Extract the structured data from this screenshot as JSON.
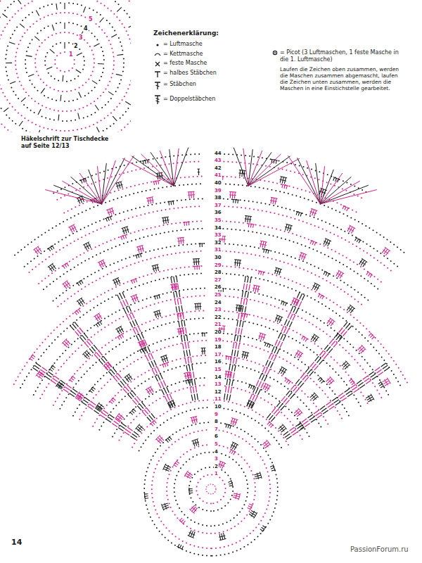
{
  "diagram": {
    "title": "Häkelschrift zur Tischdecke auf Seite 12/13",
    "labels": [
      "Zeichenerklärung:",
      "Laufen die Zeichen oben zusammen, werden die Maschen zusammen abgemascht, laufen die Zeichen unten zusammen, werden die Maschen in eine Einstichstelle gearbeitet.",
      "14",
      "PassionForum.ru",
      "1",
      "2",
      "3",
      "4",
      "5",
      "1",
      "2",
      "3",
      "4",
      "5",
      "6",
      "7",
      "8",
      "9",
      "10",
      "11",
      "12",
      "13",
      "14",
      "15",
      "16",
      "17",
      "18",
      "19",
      "20",
      "21",
      "22",
      "23",
      "24",
      "25",
      "26",
      "27",
      "28",
      "29",
      "30",
      "31",
      "32",
      "33",
      "34",
      "35",
      "36",
      "37",
      "38",
      "39",
      "40",
      "41",
      "42",
      "43",
      "44"
    ],
    "legend": [
      {
        "text": "= Luftmasche"
      },
      {
        "text": "= Kettmasche"
      },
      {
        "text": "= feste Masche"
      },
      {
        "text": "= halbes Stäbchen"
      },
      {
        "text": "= Stäbchen"
      },
      {
        "text": "= Doppelstäbchen"
      },
      {
        "text": "= Picot (3 Luftmaschen, 1 feste Masche in die 1. Luftmasche)"
      }
    ]
  }
}
